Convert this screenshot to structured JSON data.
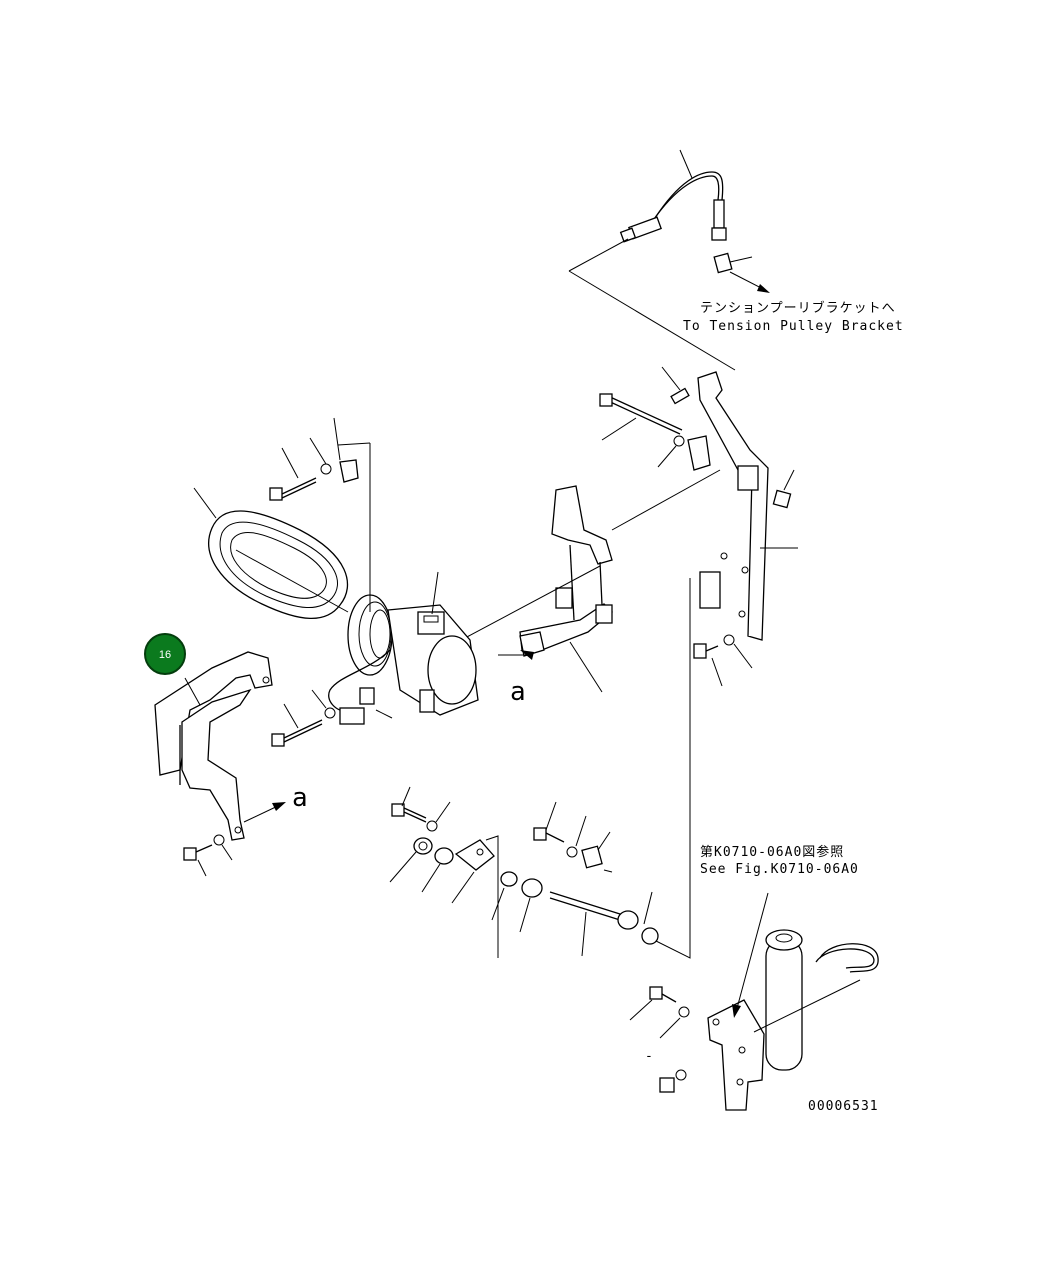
{
  "labels": {
    "tension_jp": "テンションプーリブラケットへ",
    "tension_en": "To Tension Pulley Bracket",
    "see_fig_jp": "第K0710-06A0図参照",
    "see_fig_en": "See Fig.K0710-06A0",
    "view_a_1": "a",
    "view_a_2": "a",
    "dash": "-",
    "drawing_number": "00006531"
  },
  "callouts": [
    {
      "number": "16",
      "color": "#0b7a1e"
    }
  ]
}
